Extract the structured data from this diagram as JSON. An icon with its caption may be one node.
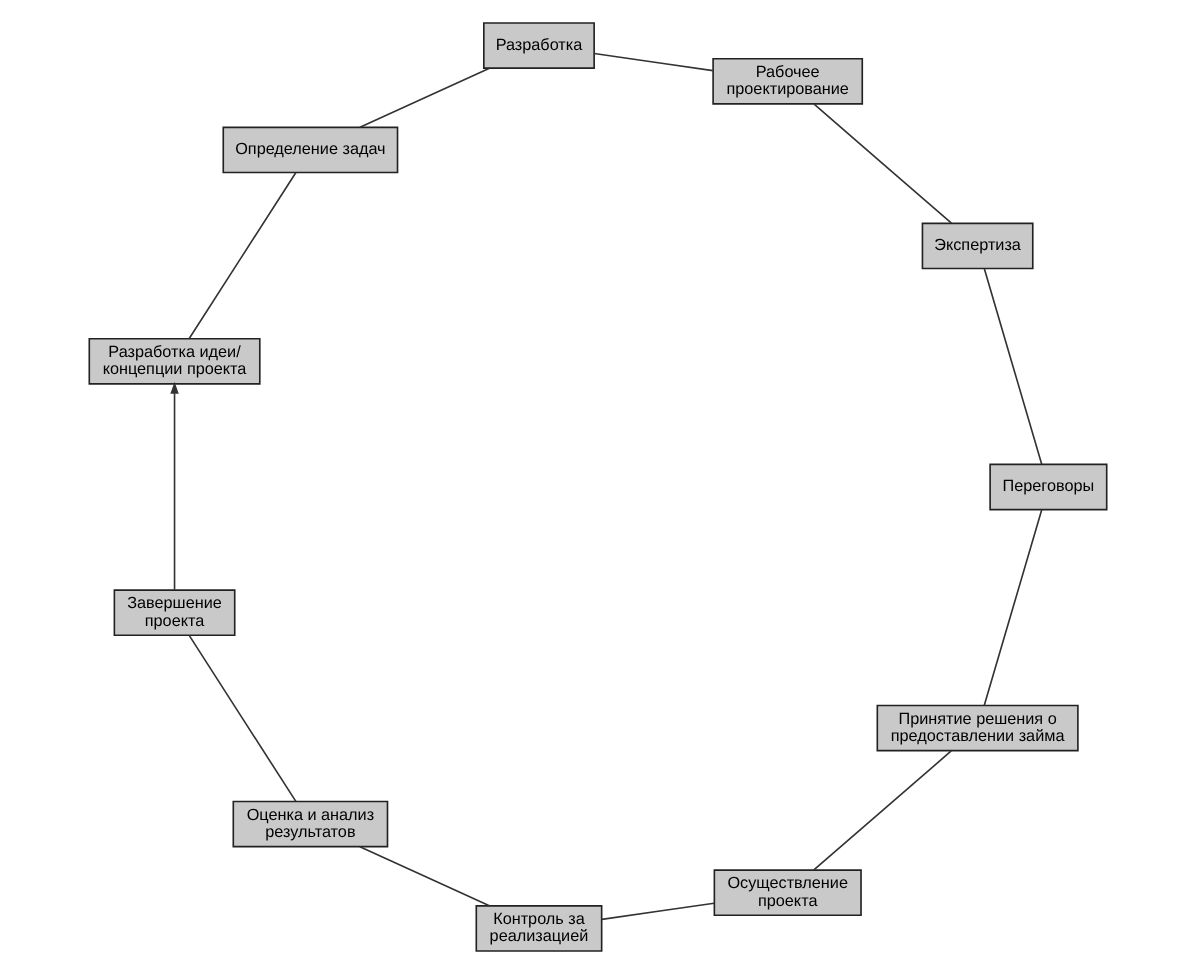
{
  "diagram": {
    "nodes": [
      {
        "text": [
          "Разработка идеи/ концепции проекта"
        ]
      },
      {
        "text": [
          "Определение задач"
        ]
      },
      {
        "text": [
          "Разработка"
        ]
      },
      {
        "text": [
          "Рабочее проектирование"
        ]
      },
      {
        "text": [
          "Экспертиза"
        ]
      },
      {
        "text": [
          "Переговоры"
        ]
      },
      {
        "text": [
          "Принятие решения о предоставлении займа"
        ]
      },
      {
        "text": [
          "Осуществление проекта"
        ]
      },
      {
        "text": [
          "Контроль за реализацией"
        ]
      },
      {
        "text": [
          "Оценка и анализ результатов"
        ]
      },
      {
        "text": [
          "Завершение проекта"
        ]
      }
    ],
    "edges": [
      {
        "from": 0,
        "to": 1,
        "arrow": "none"
      },
      {
        "from": 1,
        "to": 2,
        "arrow": "none"
      },
      {
        "from": 2,
        "to": 3,
        "arrow": "none"
      },
      {
        "from": 3,
        "to": 4,
        "arrow": "none"
      },
      {
        "from": 4,
        "to": 5,
        "arrow": "none"
      },
      {
        "from": 5,
        "to": 6,
        "arrow": "none"
      },
      {
        "from": 6,
        "to": 7,
        "arrow": "none"
      },
      {
        "from": 7,
        "to": 8,
        "arrow": "none"
      },
      {
        "from": 8,
        "to": 9,
        "arrow": "none"
      },
      {
        "from": 9,
        "to": 10,
        "arrow": "none"
      },
      {
        "from": 10,
        "to": 0,
        "arrow": "to"
      }
    ]
  }
}
